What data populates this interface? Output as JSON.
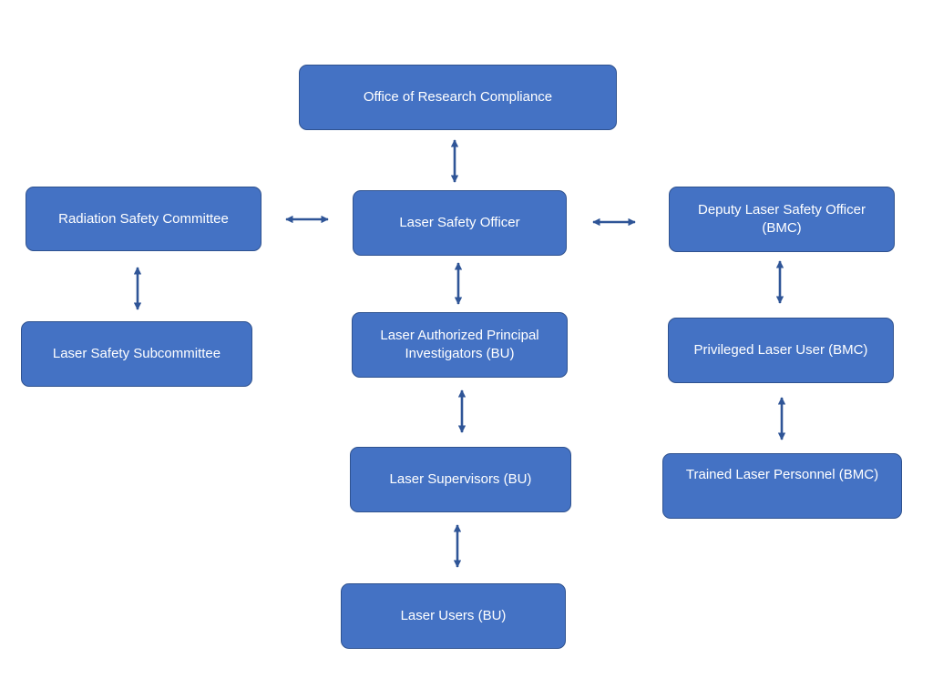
{
  "boxes": {
    "office_research_compliance": "Office of Research Compliance",
    "radiation_safety_committee": "Radiation Safety Committee",
    "laser_safety_officer": "Laser Safety Officer",
    "deputy_laser_safety_officer": "Deputy Laser Safety Officer (BMC)",
    "laser_safety_subcommittee": "Laser Safety Subcommittee",
    "laser_authorized_pis": "Laser Authorized Principal Investigators (BU)",
    "privileged_laser_user": "Privileged Laser User (BMC)",
    "laser_supervisors": "Laser Supervisors (BU)",
    "trained_laser_personnel": "Trained Laser Personnel (BMC)",
    "laser_users": "Laser Users (BU)"
  },
  "colors": {
    "box_fill": "#4472c4",
    "box_border": "#2f528f",
    "arrow": "#2f5597",
    "text": "#ffffff"
  }
}
